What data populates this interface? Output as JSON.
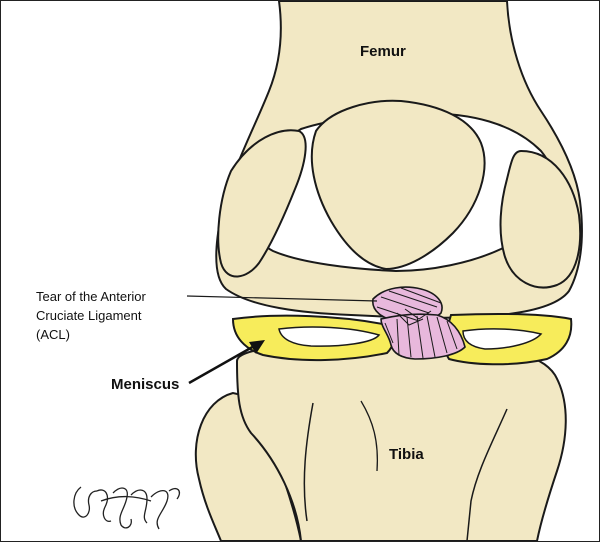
{
  "labels": {
    "femur": "Femur",
    "tibia": "Tibia",
    "meniscus": "Meniscus",
    "acl_line1": "Tear of the Anterior",
    "acl_line2": "Cruciate Ligament",
    "acl_line3": "(ACL)"
  },
  "colors": {
    "bone": "#f2e8c4",
    "outline": "#1a1a1a",
    "meniscus": "#f7ec5b",
    "ligament": "#e8b8dc",
    "background": "#ffffff"
  }
}
